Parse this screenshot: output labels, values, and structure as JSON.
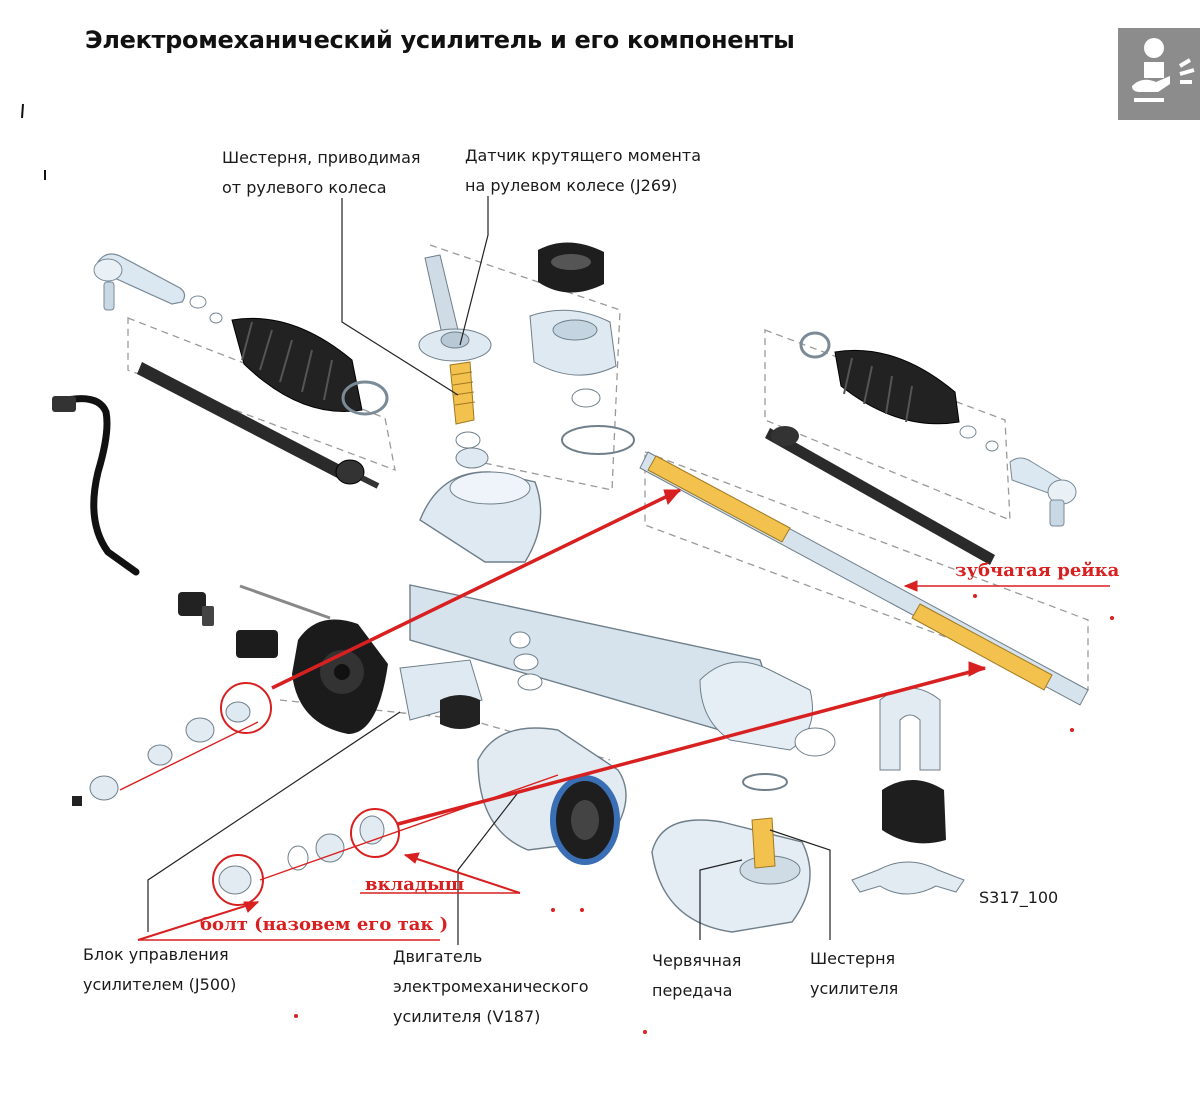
{
  "title": "Электромеханический усилитель и его компоненты",
  "figure_ref": "S317_100",
  "labels": {
    "driven_gear": [
      "Шестерня, приводимая",
      "от рулевого колеса"
    ],
    "torque_sensor": [
      "Датчик крутящего момента",
      "на рулевом колесе (J269)"
    ],
    "control_unit": [
      "Блок управления",
      "усилителем (J500)"
    ],
    "motor": [
      "Двигатель",
      "электромеханического",
      "усилителя (V187)"
    ],
    "worm_gear": [
      "Червячная",
      "передача"
    ],
    "booster_gear": [
      "Шестерня",
      "усилителя"
    ]
  },
  "annotations": {
    "rack": "зубчатая рейка",
    "insert": "вкладыш",
    "bolt": "болт (назовем его так )"
  },
  "colors": {
    "annotation_red": "#d92020",
    "part_blue": "#cfe0ee",
    "part_dark": "#1e1e1e",
    "rack_yellow": "#f2c14e",
    "badge_gray": "#8c8c8c"
  },
  "badge_icon": "driver-hand-icon"
}
